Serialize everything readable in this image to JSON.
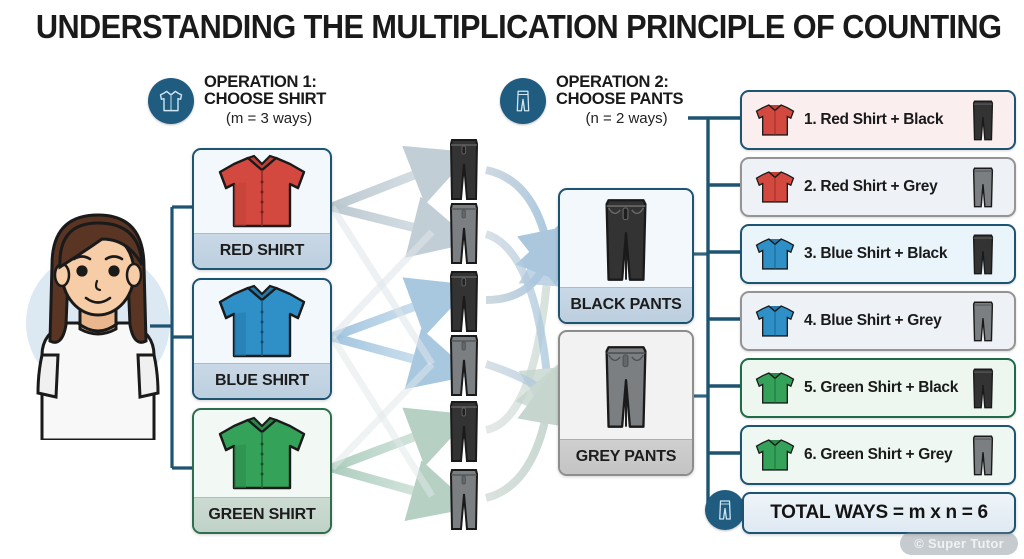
{
  "title": "UNDERSTANDING THE MULTIPLICATION PRINCIPLE OF COUNTING",
  "operations": [
    {
      "icon": "shirt-icon",
      "line1": "OPERATION 1:",
      "line2": "CHOOSE SHIRT",
      "sub": "(m = 3 ways)"
    },
    {
      "icon": "pants-icon",
      "line1": "OPERATION 2:",
      "line2": "CHOOSE PANTS",
      "sub": "(n = 2 ways)"
    }
  ],
  "shirts": [
    {
      "label": "RED SHIRT",
      "color": "#d4493f",
      "shade": "#b23a32",
      "light": "#e0675c"
    },
    {
      "label": "BLUE SHIRT",
      "color": "#2f90c8",
      "shade": "#1f76aa",
      "light": "#56a8d8"
    },
    {
      "label": "GREEN SHIRT",
      "color": "#35a259",
      "shade": "#24844a",
      "light": "#5bb878"
    }
  ],
  "pants": [
    {
      "label": "BLACK PANTS",
      "color": "#333333",
      "shade": "#1f1f1f",
      "light": "#4a4a4a"
    },
    {
      "label": "GREY PANTS",
      "color": "#7b7f82",
      "shade": "#5f6366",
      "light": "#9aa0a4"
    }
  ],
  "middle_pants_sequence": [
    "black",
    "grey",
    "black",
    "grey",
    "black",
    "grey"
  ],
  "combinations": [
    {
      "number": "1.",
      "text": "1. Red Shirt + Black",
      "shirt": "red",
      "pant": "black"
    },
    {
      "number": "2.",
      "text": "2. Red Shirt + Grey",
      "shirt": "red",
      "pant": "grey"
    },
    {
      "number": "3.",
      "text": "3. Blue Shirt + Black",
      "shirt": "blue",
      "pant": "black"
    },
    {
      "number": "4.",
      "text": "4. Blue Shirt + Grey",
      "shirt": "blue",
      "pant": "grey"
    },
    {
      "number": "5.",
      "text": "5. Green Shirt + Black",
      "shirt": "green",
      "pant": "black"
    },
    {
      "number": "6.",
      "text": "6. Green Shirt + Grey",
      "shirt": "green",
      "pant": "grey"
    }
  ],
  "total": {
    "icon": "pants-icon",
    "text": "TOTAL WAYS = m x n = 6"
  },
  "watermark": "© Super Tutor",
  "colors": {
    "badge_blue": "#205B80",
    "connector_navy": "#1d5472",
    "green_border": "#1f6a48",
    "grey_border": "#949494",
    "title_black": "#1a1a1a"
  },
  "person": {
    "hair": "#5b3524",
    "skin": "#f3c6a0",
    "shirt": "#f7f7f7",
    "halo": "#dce9f3"
  }
}
